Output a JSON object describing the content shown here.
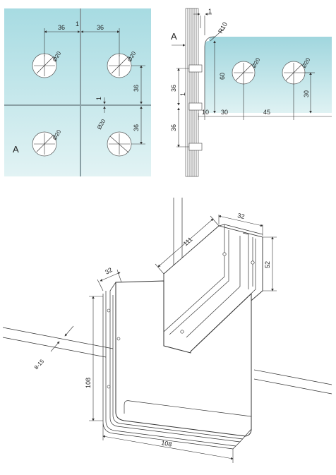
{
  "colors": {
    "glass": "#cdeaee",
    "glass_dark": "#a9d6dc",
    "line": "#333333",
    "grid_line": "#8fa6ab"
  },
  "front_view": {
    "label_a": "A",
    "dims": {
      "top_left": "36",
      "gap": "1",
      "top_right": "36",
      "right_upper": "36",
      "center_gap": "1",
      "right_lower": "36"
    },
    "holes": [
      "Ø20",
      "Ø20",
      "Ø20",
      "Ø20"
    ]
  },
  "side_view": {
    "label_a": "A",
    "dims": {
      "top_gap": "1",
      "radius": "R10",
      "height_60": "60",
      "left_upper": "36",
      "left_gap": "1",
      "left_lower": "36",
      "bottom_10": "10",
      "bottom_30": "30",
      "bottom_45": "45",
      "right_30": "30"
    },
    "holes": [
      "Ø20",
      "Ø20"
    ]
  },
  "iso_view": {
    "dims": {
      "top_32": "32",
      "upper_111": "111",
      "right_52": "52",
      "left_32": "32",
      "glass_815": "8-15",
      "height_108": "108",
      "width_108": "108"
    }
  }
}
